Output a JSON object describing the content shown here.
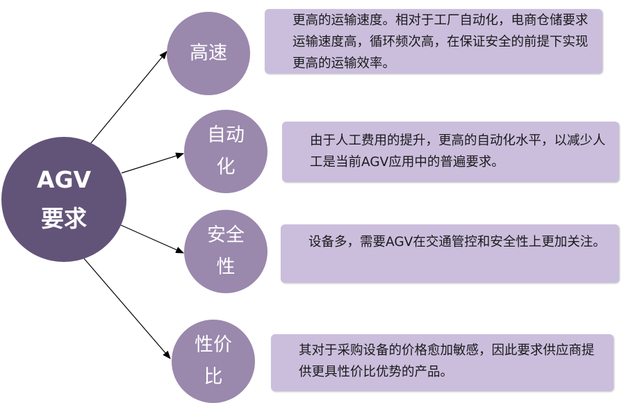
{
  "center": {
    "line1": "AGV",
    "line2": "要求"
  },
  "nodes": [
    {
      "label": "高速",
      "description": "更高的运输速度。相对于工厂自动化，电商仓储要求运输速度高，循环频次高，在保证安全的前提下实现更高的运输效率。"
    },
    {
      "label": "自动化",
      "description": "由于人工费用的提升，更高的自动化水平，以减少人工是当前AGV应用中的普遍要求。"
    },
    {
      "label": "安全性",
      "description": "设备多，需要AGV在交通管控和安全性上更加关注。"
    },
    {
      "label": "性价比",
      "description": "其对于采购设备的价格愈加敏感，因此要求供应商提供更具性价比优势的产品。"
    }
  ],
  "colors": {
    "center": "#625478",
    "node": "#9a88ad",
    "box": "#cbbedd"
  }
}
